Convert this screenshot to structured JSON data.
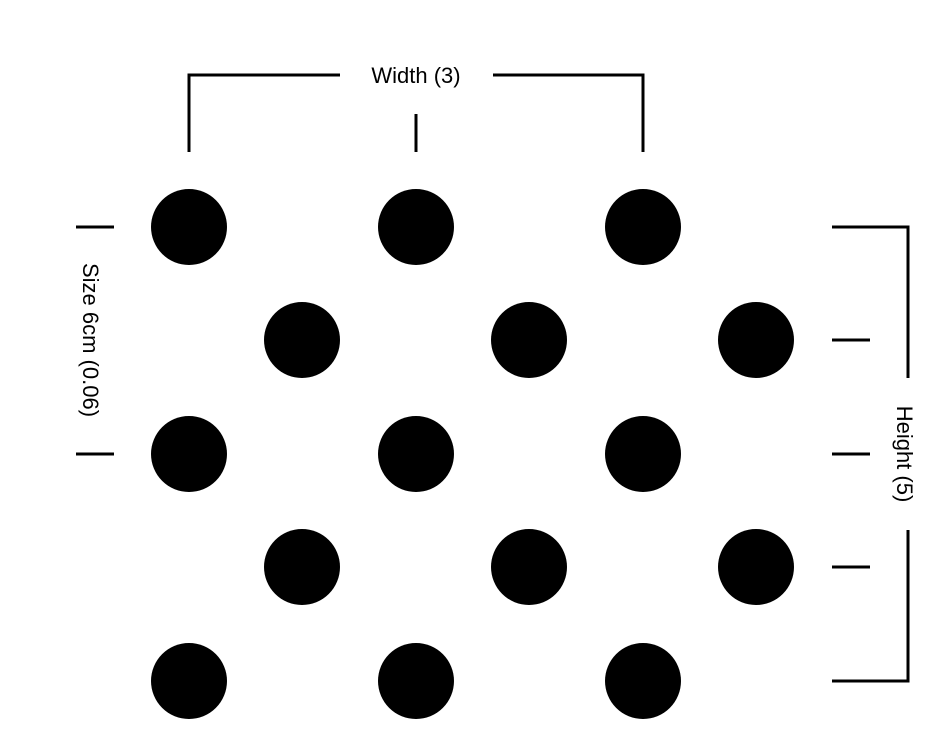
{
  "labels": {
    "width": "Width (3)",
    "size": "Size 6cm (0.06)",
    "height": "Height (5)"
  },
  "grid": {
    "columns": 3,
    "rows": 5,
    "row_offset_pattern": "alternating"
  },
  "colors": {
    "dot": "#000000",
    "background": "#ffffff"
  }
}
